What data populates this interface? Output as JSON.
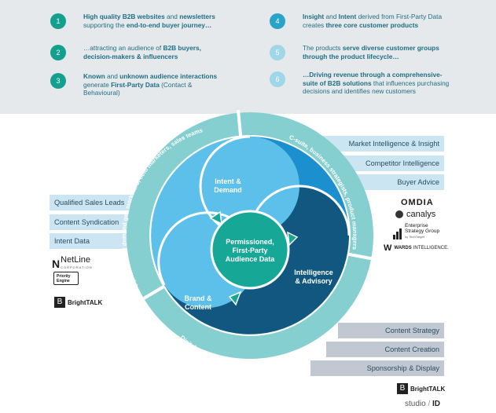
{
  "steps_left": [
    {
      "num": "1",
      "html": "<b>High quality B2B websites</b> and <b>newsletters</b><br>supporting the <b>end-to-end buyer journey…</b>"
    },
    {
      "num": "2",
      "html": "…attracting an audience of <b>B2B buyers,<br>decision-makers &amp; influencers</b>"
    },
    {
      "num": "3",
      "html": "<b>Known</b> and <b>unknown audience interactions</b><br>generate <b>First-Party Data</b> (Contact &amp;<br>Behavioural)"
    }
  ],
  "steps_right": [
    {
      "num": "4",
      "html": "<b>Insight</b> and <b>Intent</b> derived from First-Party Data<br>creates <b>three core customer products</b>"
    },
    {
      "num": "5",
      "html": "The products <b>serve diverse customer groups<br>through the product lifecycle…</b>"
    },
    {
      "num": "6",
      "html": "<b>…Driving revenue through a comprehensive-<br>suite of B2B solutions</b> that influences purchasing<br>decisions and identifies new customers"
    }
  ],
  "right_top_bars": [
    "Market Intelligence & Insight",
    "Competitor Intelligence",
    "Buyer Advice"
  ],
  "left_bars": [
    "Qualified Sales Leads",
    "Content Syndication",
    "Intent Data"
  ],
  "right_bottom_bars": [
    "Content Strategy",
    "Content Creation",
    "Sponsorship & Display"
  ],
  "wheel": {
    "center": [
      "Permissioned,",
      "First-Party",
      "Audience Data"
    ],
    "segment_intent": [
      "Intent &",
      "Demand"
    ],
    "segment_intel": [
      "Intelligence",
      "& Advisory"
    ],
    "segment_brand": [
      "Brand &",
      "Content"
    ],
    "ring_left": "Performance / demand gen marketers, field marketers, sales teams",
    "ring_right": "C-suite, business strategists, product managers",
    "ring_bottom": "Digital marketers, brand marketers, content marketers"
  },
  "logos_right": {
    "omdia": "OMDIA",
    "canalys": "canalys",
    "esg_1": "Enterprise",
    "esg_2": "Strategy Group",
    "esg_3": "by TechTarget",
    "wards_1": "WARDS",
    "wards_2": "INTELLIGENCE."
  },
  "logos_left": {
    "netline": "NetLine",
    "netline_sub": "CORPORATION",
    "priority_1": "Priority",
    "priority_2": "Engine",
    "brighttalk": "BrightTALK"
  },
  "brighttalk_bottom": "BrightTALK",
  "footer": {
    "studio": "studio",
    "id": "ID"
  },
  "colors": {
    "ring": "#86cfd0",
    "ring_light": "#c4e8ea",
    "intent": "#5cc0ea",
    "intelligence": "#1c8fcf",
    "brand": "#12577f",
    "center": "#17a796",
    "step_dark": "#13a08e",
    "step_mid": "#2aa3c9",
    "step_light": "#9fd6e8"
  }
}
